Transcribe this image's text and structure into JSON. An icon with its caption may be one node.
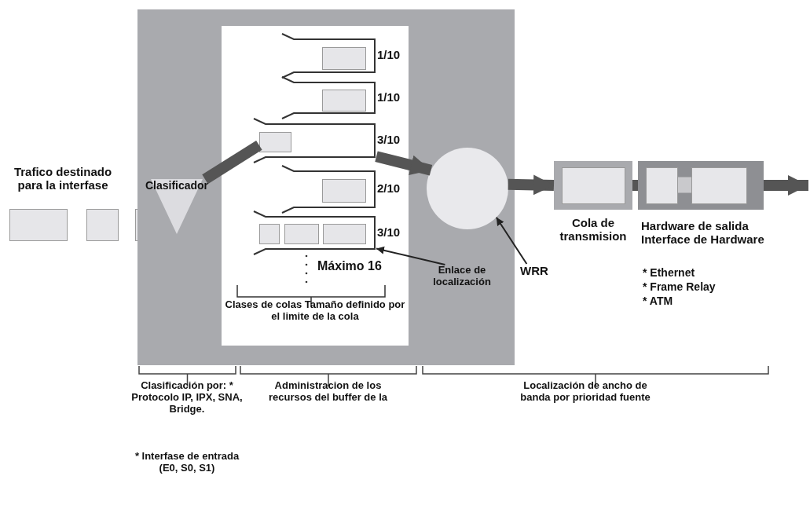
{
  "diagram": {
    "nodes": [
      {
        "text": [],
        "shape": "box"
      },
      {
        "text": [
          "Clasificador"
        ],
        "in": 0
      },
      {
        "text": [
          "Máximo 16",
          "Clases de colas Tamaño definido por el limite de la cola"
        ],
        "in": 0
      },
      {
        "text": [],
        "shape": "box",
        "beside": [
          "1/10"
        ],
        "in": 2
      },
      {
        "text": [],
        "shape": "box",
        "beside": [
          "1/10"
        ],
        "in": 2
      },
      {
        "text": [],
        "shape": "box",
        "beside": [
          "3/10"
        ],
        "in": 2
      },
      {
        "text": [],
        "shape": "box",
        "beside": [
          "2/10"
        ],
        "in": 2
      },
      {
        "text": [],
        "shape": "box",
        "beside": [
          "3/10"
        ],
        "in": 2
      },
      {
        "text": [],
        "shape": "circle",
        "in": 0
      },
      {
        "text": [
          "Enlace de localización"
        ],
        "in": 0
      },
      {
        "text": [
          "WRR"
        ]
      },
      {
        "text": [
          "Cola de transmision"
        ]
      },
      {
        "text": [
          "Hardware de salida Interface de Hardware"
        ]
      }
    ],
    "edges": [
      {
        "from": 1,
        "to": 5,
        "arrow": "none"
      },
      {
        "from": 5,
        "to": 8,
        "arrow": "to"
      },
      {
        "from": 8,
        "to": 11,
        "arrow": "to"
      },
      {
        "from": 11,
        "to": 12,
        "arrow": "none"
      },
      {
        "from": 12,
        "to": null,
        "arrow": "to"
      },
      {
        "from": 10,
        "to": 8,
        "arrow": "to"
      },
      {
        "from": 9,
        "to": 7,
        "arrow": "to"
      }
    ],
    "labels": [
      "Trafico destinado para la interfase",
      "* Ethernet",
      "* Frame Relay",
      "* ATM",
      "Clasificación por: * Protocolo IP, IPX, SNA, Bridge.",
      "Administracion de los recursos del buffer de la",
      "Localización de ancho de banda por prioridad fuente",
      "* Interfase de entrada (E0, S0, S1)"
    ]
  }
}
